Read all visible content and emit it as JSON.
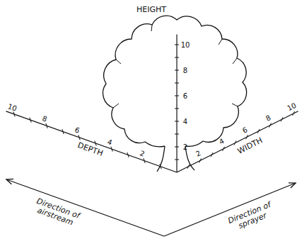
{
  "diagram": {
    "labels": [
      "HEIGHT",
      "10",
      "8",
      "6",
      "4",
      "2",
      "10",
      "8",
      "6",
      "4",
      "2",
      "DEPTH",
      "2",
      "4",
      "6",
      "8",
      "10",
      "WIDTH",
      "Direction of airstream",
      "Direction of sprayer"
    ]
  }
}
